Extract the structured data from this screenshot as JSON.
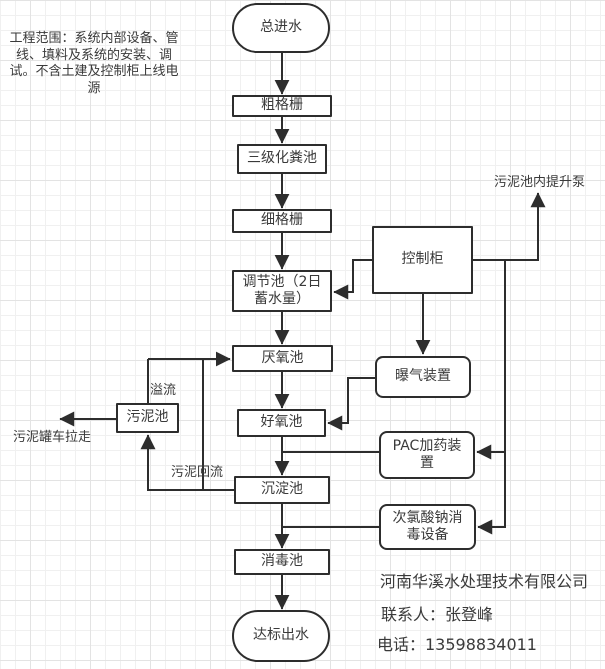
{
  "colors": {
    "stroke": "#2d2d2d",
    "text": "#3a3a3a",
    "background": "#ffffff",
    "grid_minor": "#f0f0f0",
    "grid_major": "#e3e3e3"
  },
  "note": "工程范围：系统内部设备、管线、填料及系统的安装、调试。不含土建及控制柜上线电源",
  "nodes": {
    "inlet": "总进水",
    "coarse_screen": "粗格栅",
    "septic_tank": "三级化粪池",
    "fine_screen": "细格栅",
    "regulating_tank": "调节池（2日蓄水量）",
    "control_cabinet": "控制柜",
    "anaerobic_tank": "厌氧池",
    "aeration_device": "曝气装置",
    "aerobic_tank": "好氧池",
    "pac_dosing_device": "PAC加药装置",
    "sedimentation_tank": "沉淀池",
    "naclo_disinfection_device": "次氯酸钠消毒设备",
    "disinfection_tank": "消毒池",
    "outlet": "达标出水",
    "sludge_tank": "污泥池"
  },
  "edge_labels": {
    "sludge_lift_pump": "污泥池内提升泵",
    "overflow": "溢流",
    "sludge_return": "污泥回流",
    "sludge_truck": "污泥罐车拉走"
  },
  "footer": {
    "company": "河南华溪水处理技术有限公司",
    "contact": "联系人：张登峰",
    "phone": "电话：13598834011"
  }
}
